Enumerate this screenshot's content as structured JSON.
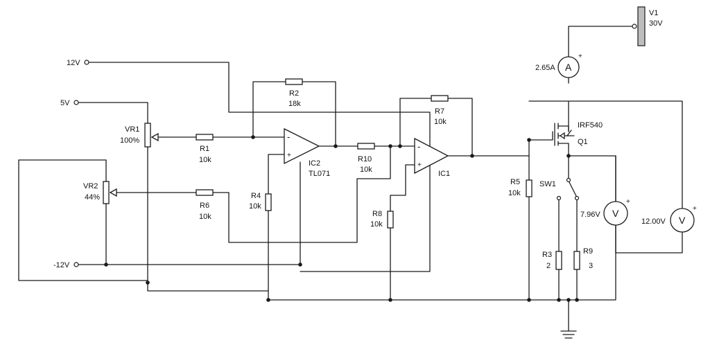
{
  "terminals": {
    "v12": "12V",
    "v5": "5V",
    "vneg12": "-12V"
  },
  "vr1": {
    "name": "VR1",
    "value": "100%"
  },
  "vr2": {
    "name": "VR2",
    "value": "44%"
  },
  "r1": {
    "name": "R1",
    "value": "10k"
  },
  "r2": {
    "name": "R2",
    "value": "18k"
  },
  "r4": {
    "name": "R4",
    "value": "10k"
  },
  "r5": {
    "name": "R5",
    "value": "10k"
  },
  "r6": {
    "name": "R6",
    "value": "10k"
  },
  "r7": {
    "name": "R7",
    "value": "10k"
  },
  "r8": {
    "name": "R8",
    "value": "10k"
  },
  "r10": {
    "name": "R10",
    "value": "10k"
  },
  "r3": {
    "name": "R3",
    "value": "2"
  },
  "r9": {
    "name": "R9",
    "value": "3"
  },
  "ic2": {
    "name": "IC2",
    "part": "TL071"
  },
  "ic1": {
    "name": "IC1"
  },
  "q1": {
    "name": "Q1",
    "part": "IRF540"
  },
  "sw1": {
    "name": "SW1"
  },
  "v1": {
    "name": "V1",
    "value": "30V"
  },
  "ammeter": {
    "reading": "2.65A",
    "symbol": "A"
  },
  "voltmeter1": {
    "reading": "7.96V",
    "symbol": "V"
  },
  "voltmeter2": {
    "reading": "12.00V",
    "symbol": "V"
  },
  "signs": {
    "minus": "-",
    "plus": "+"
  }
}
